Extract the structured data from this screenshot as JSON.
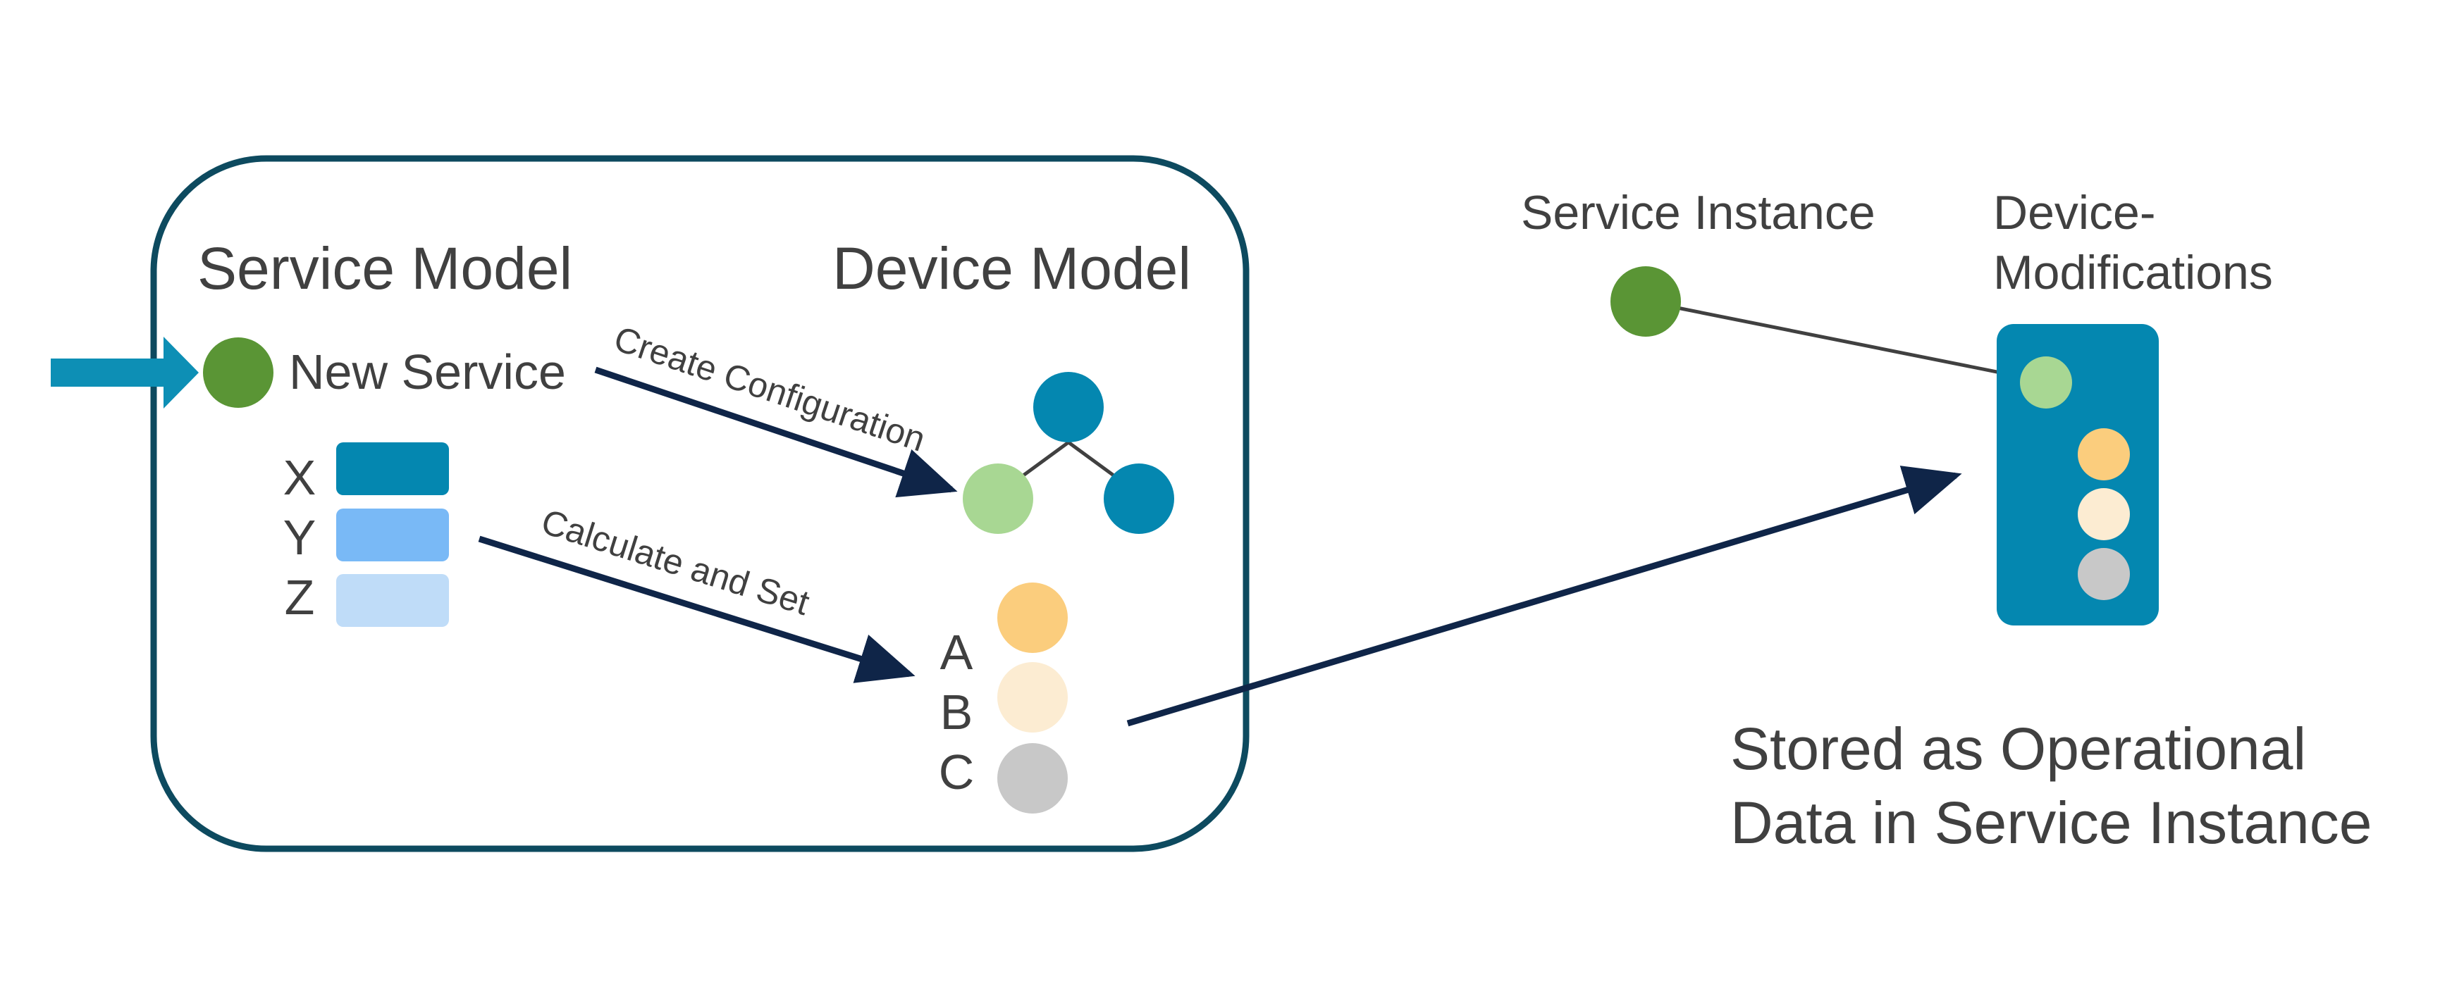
{
  "service_model": {
    "title": "Service Model",
    "new_service_label": "New Service",
    "params": [
      "X",
      "Y",
      "Z"
    ]
  },
  "device_model": {
    "title": "Device Model",
    "outputs": [
      "A",
      "B",
      "C"
    ]
  },
  "flows": {
    "create_configuration": "Create Configuration",
    "calculate_and_set": "Calculate and Set"
  },
  "service_instance": {
    "label": "Service Instance"
  },
  "device_modifications": {
    "label_line1": "Device-",
    "label_line2": "Modifications"
  },
  "caption": {
    "line1": "Stored as Operational",
    "line2": "Data in Service Instance"
  },
  "colors": {
    "box_border": "#0d4a5f",
    "arrow_navy": "#0f2548",
    "input_arrow": "#0d8fb5",
    "service_green": "#5a9535",
    "light_green": "#a8d793",
    "teal": "#0487b0",
    "x_param": "#0487b0",
    "y_param": "#79b9f6",
    "z_param": "#bfdcf8",
    "a_output": "#fbcd7d",
    "b_output": "#fcecd2",
    "c_output": "#c8c8c8",
    "connector": "#404040"
  }
}
